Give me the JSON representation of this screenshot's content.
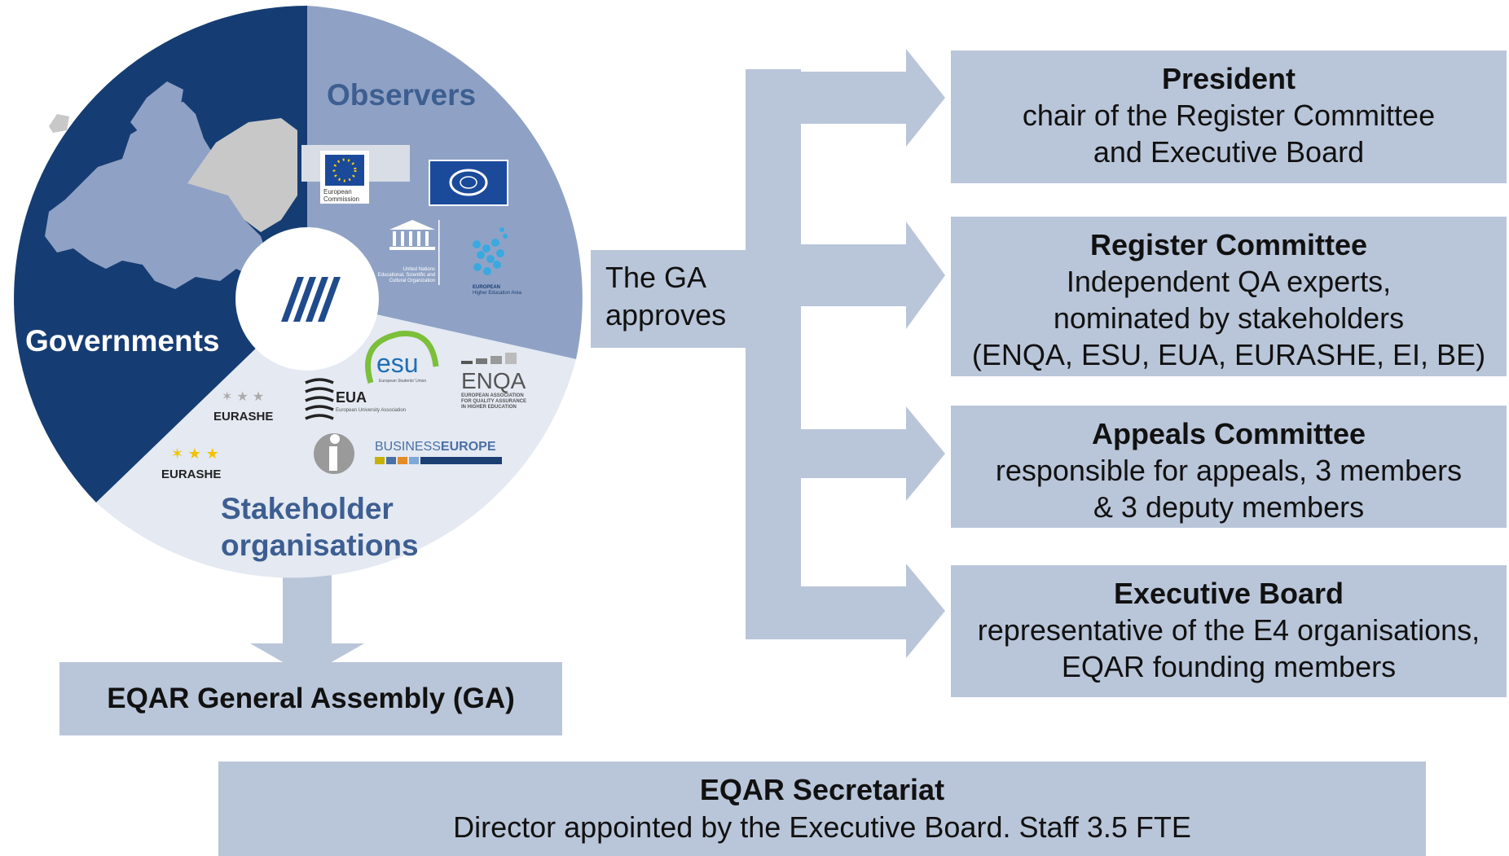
{
  "circle": {
    "observers_label": "Observers",
    "governments_label": "Governments",
    "stakeholders_label_1": "Stakeholder",
    "stakeholders_label_2": "organisations"
  },
  "logos": {
    "ec_text_1": "European",
    "ec_text_2": "Commission",
    "unesco_text_1": "United Nations",
    "unesco_text_2": "Educational, Scientific and",
    "unesco_text_3": "Cultural Organization",
    "ehea_text_1": "EUROPEAN",
    "ehea_text_2": "Higher Education Area",
    "esu": "esu",
    "esu_sub": "European Students' Union",
    "enqa": "ENQA",
    "enqa_sub_1": "EUROPEAN ASSOCIATION",
    "enqa_sub_2": "FOR QUALITY ASSURANCE",
    "enqa_sub_3": "IN HIGHER EDUCATION",
    "eua": "EUA",
    "eua_sub": "European University Association",
    "eurashe": "EURASHE",
    "businesseurope_1": "BUSINESS",
    "businesseurope_2": "EUROPE"
  },
  "approves": {
    "line1": "The GA",
    "line2": "approves"
  },
  "general_assembly": "EQAR General Assembly (GA)",
  "roles": [
    {
      "title": "President",
      "lines": [
        "chair of the Register Committee",
        "and Executive Board"
      ]
    },
    {
      "title": "Register Committee",
      "lines": [
        "Independent QA experts,",
        "nominated by stakeholders",
        "(ENQA, ESU, EUA, EURASHE, EI, BE)"
      ]
    },
    {
      "title": "Appeals Committee",
      "lines": [
        "responsible for appeals, 3 members",
        "& 3 deputy members"
      ]
    },
    {
      "title": "Executive Board",
      "lines": [
        "representative of the E4 organisations,",
        "EQAR founding members"
      ]
    }
  ],
  "secretariat": {
    "title": "EQAR Secretariat",
    "line": "Director appointed by the Executive Board. Staff 3.5 FTE"
  },
  "colors": {
    "box": "#b9c5d9",
    "governments": "#163d73",
    "observers": "#8fa2c5",
    "stakeholders": "#e4e9f2",
    "label_blue": "#3d5e91"
  }
}
